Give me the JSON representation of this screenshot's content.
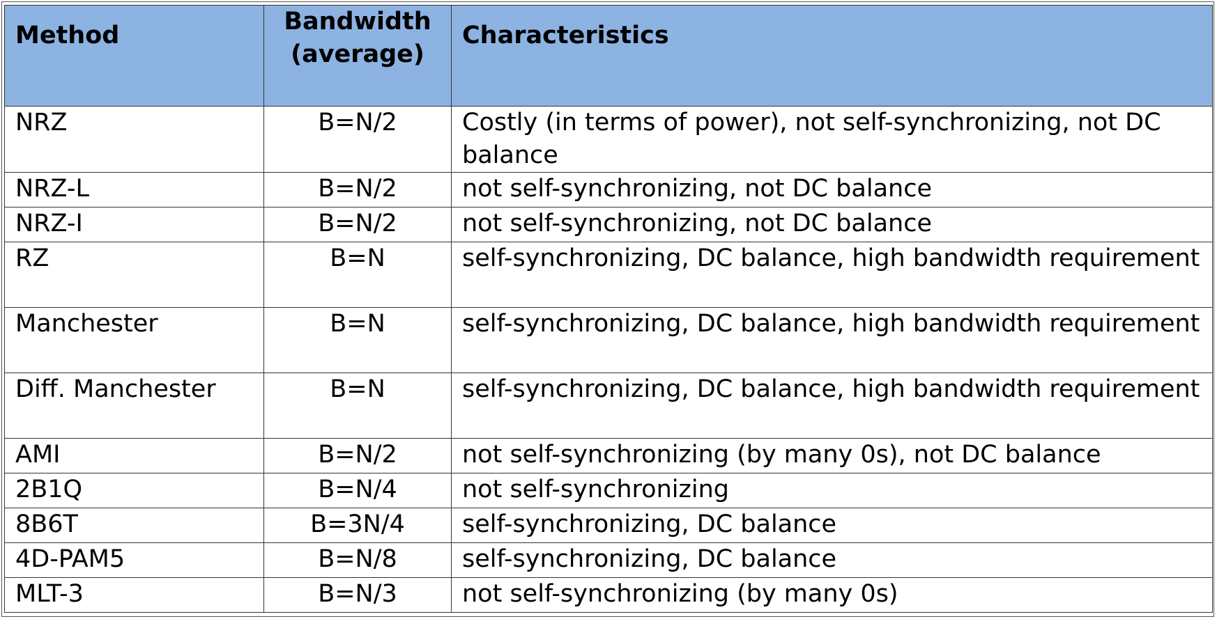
{
  "table": {
    "headers": {
      "method": "Method",
      "bandwidth": "Bandwidth (average)",
      "characteristics": "Characteristics"
    },
    "rows": [
      {
        "method": "NRZ",
        "bandwidth": "B=N/2",
        "characteristics": "Costly (in terms of power), not self-synchronizing, not DC balance"
      },
      {
        "method": "NRZ-L",
        "bandwidth": "B=N/2",
        "characteristics": "not self-synchronizing, not DC balance"
      },
      {
        "method": "NRZ-I",
        "bandwidth": "B=N/2",
        "characteristics": "not self-synchronizing, not DC balance"
      },
      {
        "method": "RZ",
        "bandwidth": "B=N",
        "characteristics": "self-synchronizing, DC balance, high bandwidth requirement"
      },
      {
        "method": "Manchester",
        "bandwidth": "B=N",
        "characteristics": "self-synchronizing, DC balance, high bandwidth requirement"
      },
      {
        "method": "Diff. Manchester",
        "bandwidth": "B=N",
        "characteristics": "self-synchronizing, DC balance, high bandwidth requirement"
      },
      {
        "method": "AMI",
        "bandwidth": "B=N/2",
        "characteristics": "not self-synchronizing (by many 0s), not DC balance"
      },
      {
        "method": "2B1Q",
        "bandwidth": "B=N/4",
        "characteristics": "not self-synchronizing"
      },
      {
        "method": "8B6T",
        "bandwidth": "B=3N/4",
        "characteristics": "self-synchronizing, DC balance"
      },
      {
        "method": "4D-PAM5",
        "bandwidth": "B=N/8",
        "characteristics": "self-synchronizing, DC balance"
      },
      {
        "method": "MLT-3",
        "bandwidth": "B=N/3",
        "characteristics": "not self-synchronizing (by many 0s)"
      }
    ],
    "colors": {
      "header_background": "#8db3e2",
      "border": "#333333"
    }
  }
}
